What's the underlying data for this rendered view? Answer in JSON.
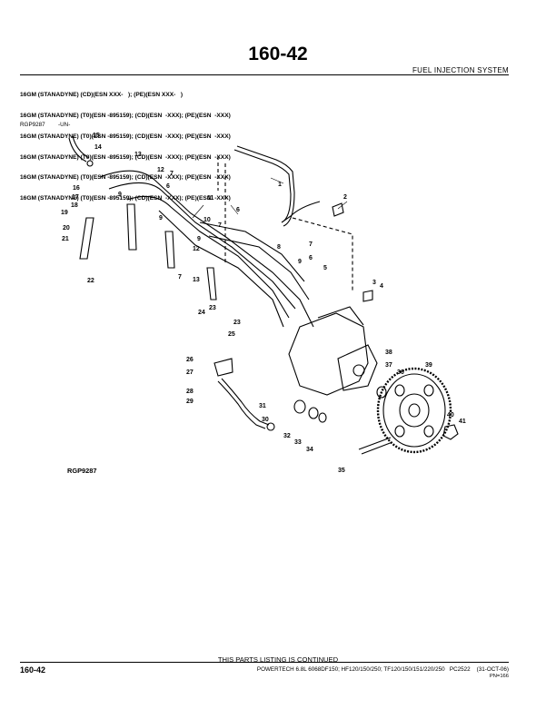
{
  "page_number": "160-42",
  "section_title": "FUEL INJECTION SYSTEM",
  "applicability_lines": [
    "16GM (STANADYNE) (CD)(ESN XXX-   ); (PE)(ESN XXX-   )",
    "16GM (STANADYNE) (T0)(ESN -895159); (CD)(ESN  -XXX); (PE)(ESN  -XXX)",
    "16GM (STANADYNE) (T0)(ESN -895159); (CD)(ESN  -XXX); (PE)(ESN  -XXX)",
    "16GM (STANADYNE) (T0)(ESN -895159); (CD)(ESN  -XXX); (PE)(ESN  -XXX)",
    "16GM (STANADYNE) (T0)(ESN -895159); (CD)(ESN  -XXX); (PE)(ESN  -XXX)",
    "16GM (STANADYNE) (T0)(ESN -895159); (CD)(ESN  -XXX); (PE)(ESN  -XXX)"
  ],
  "figure_ref": "RGP9287",
  "figure_un": "-UN-",
  "figure_caption": "RGP9287",
  "callouts": [
    "1",
    "2",
    "3",
    "4",
    "5",
    "6",
    "6",
    "6",
    "7",
    "7",
    "7",
    "7",
    "8",
    "9",
    "9",
    "9",
    "9",
    "10",
    "11",
    "12",
    "12",
    "13",
    "13",
    "14",
    "15",
    "16",
    "17",
    "18",
    "19",
    "20",
    "21",
    "22",
    "23",
    "23",
    "24",
    "25",
    "26",
    "27",
    "28",
    "29",
    "30",
    "31",
    "32",
    "33",
    "34",
    "35",
    "36",
    "37",
    "38",
    "39",
    "40",
    "41"
  ],
  "continued_text": "THIS PARTS LISTING IS CONTINUED",
  "footer_page": "160-42",
  "footer_text": "POWERTECH 6.8L 6068DF150; HF120/150/250; TF120/150/151/220/250   PC2522    (31-OCT-06)",
  "footer_pn": "PN=166"
}
